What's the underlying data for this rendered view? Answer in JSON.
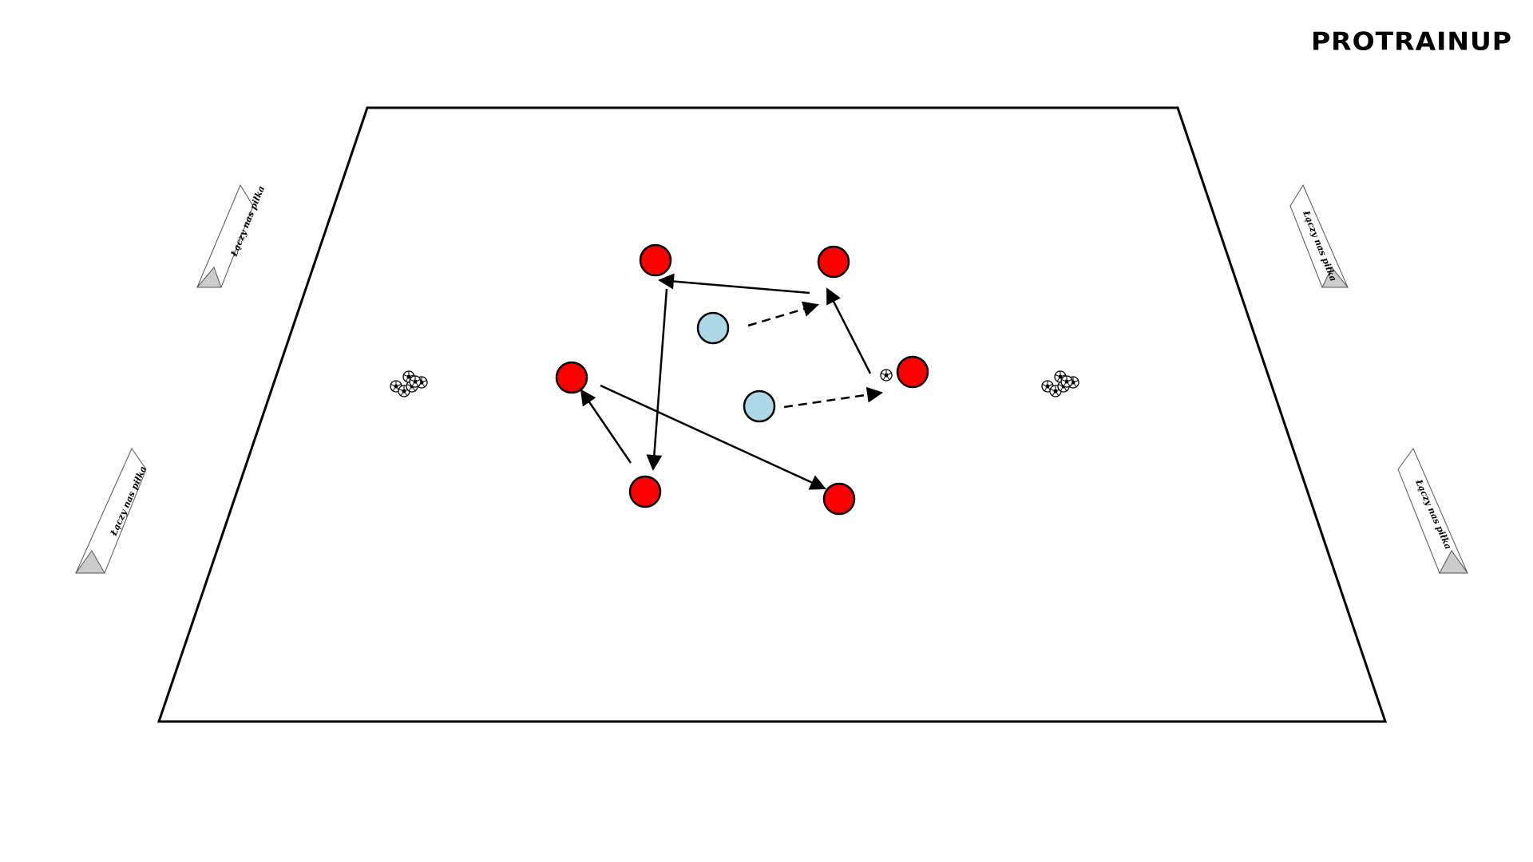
{
  "brand": {
    "logo_text": "PROTRAINUP"
  },
  "banners": {
    "text": "Łączy nas piłka"
  },
  "colors": {
    "attacker": "#ff0000",
    "defender": "#add8e6",
    "outline": "#000000",
    "field_bg": "#ffffff"
  },
  "players": {
    "attackers": 6,
    "defenders": 2
  },
  "icons": [
    "ball-pile-icon",
    "ball-icon",
    "advertising-banner-icon"
  ]
}
